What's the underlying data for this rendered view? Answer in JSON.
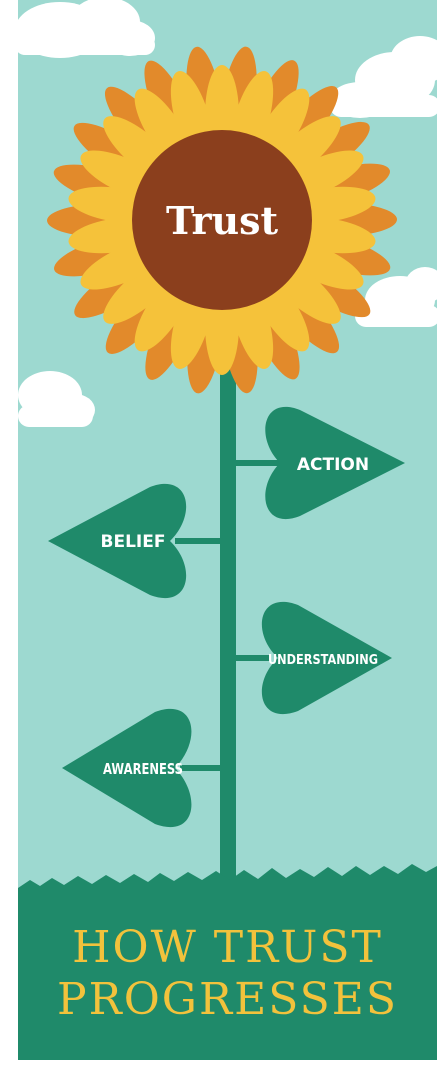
{
  "flower": {
    "center_label": "Trust"
  },
  "stages": [
    {
      "label": "ACTION"
    },
    {
      "label": "BELIEF"
    },
    {
      "label": "UNDERSTANDING"
    },
    {
      "label": "AWARENESS"
    }
  ],
  "title": {
    "line1": "HOW TRUST",
    "line2": "PROGRESSES"
  },
  "colors": {
    "sky": "#9dd9d0",
    "cloud": "#ffffff",
    "petal_outer": "#e28a2b",
    "petal_inner": "#f5c23a",
    "flower_center": "#8b3f1d",
    "stem": "#1f8a6a",
    "leaf": "#1f8a6a",
    "grass": "#1f8a6a",
    "title_text": "#f2c23c"
  }
}
